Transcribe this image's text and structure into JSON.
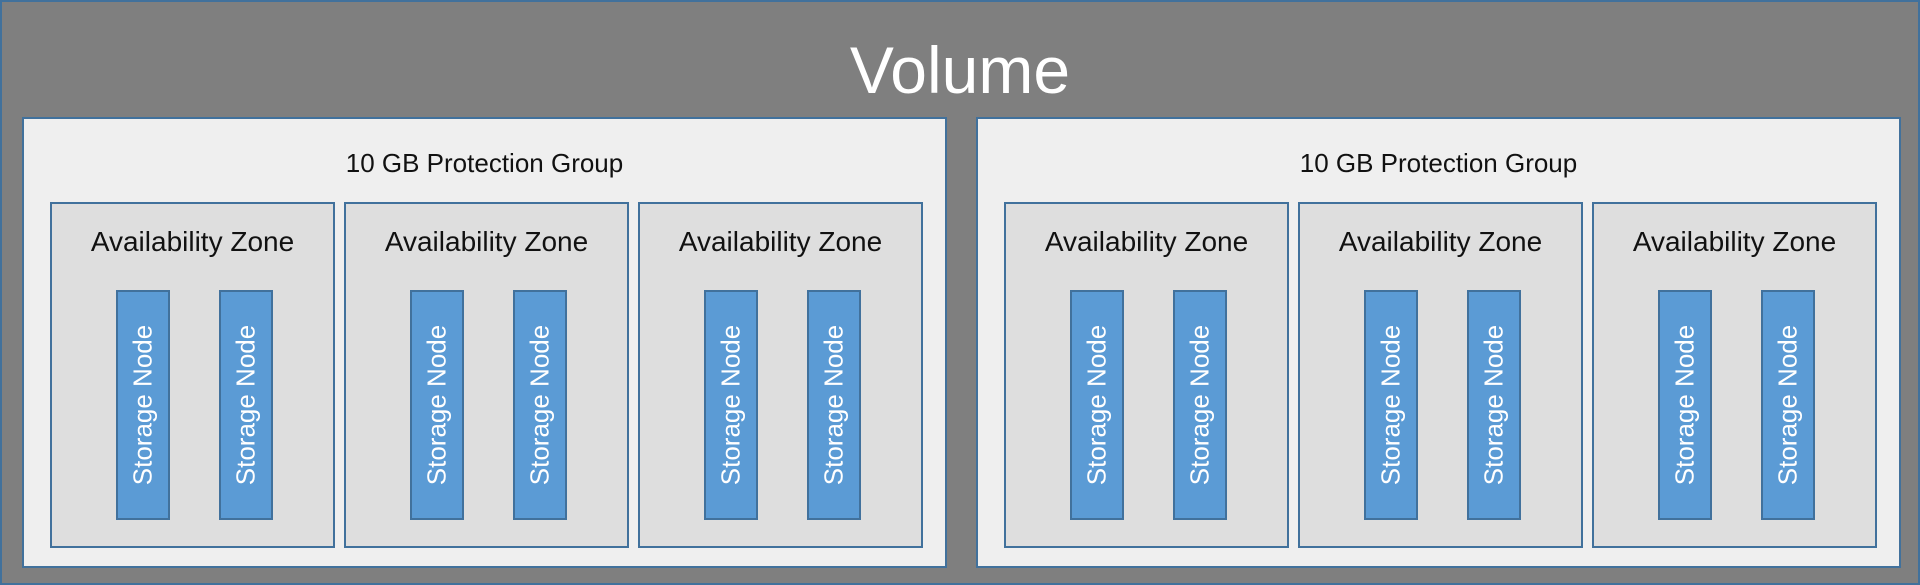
{
  "volume": {
    "title": "Volume"
  },
  "protection_groups": [
    {
      "title": "10 GB Protection Group",
      "zones": [
        {
          "title": "Availability Zone",
          "nodes": [
            "Storage Node",
            "Storage Node"
          ]
        },
        {
          "title": "Availability Zone",
          "nodes": [
            "Storage Node",
            "Storage Node"
          ]
        },
        {
          "title": "Availability Zone",
          "nodes": [
            "Storage Node",
            "Storage Node"
          ]
        }
      ]
    },
    {
      "title": "10 GB Protection Group",
      "zones": [
        {
          "title": "Availability Zone",
          "nodes": [
            "Storage Node",
            "Storage Node"
          ]
        },
        {
          "title": "Availability Zone",
          "nodes": [
            "Storage Node",
            "Storage Node"
          ]
        },
        {
          "title": "Availability Zone",
          "nodes": [
            "Storage Node",
            "Storage Node"
          ]
        }
      ]
    }
  ],
  "colors": {
    "volume_bg": "#7f7f7f",
    "border": "#41719c",
    "group_bg": "#efefef",
    "zone_bg": "#dedede",
    "node_bg": "#5b9bd5"
  }
}
